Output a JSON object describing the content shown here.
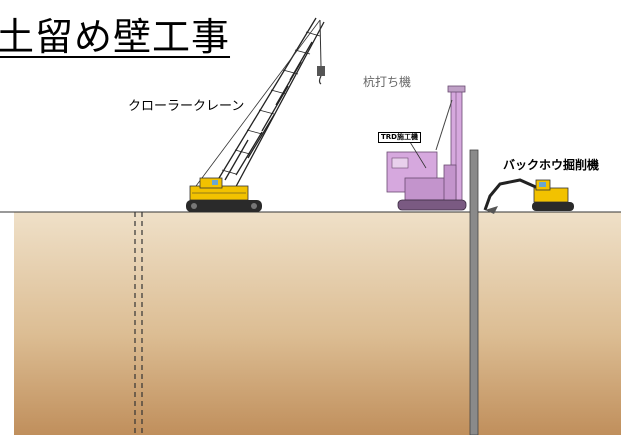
{
  "title": "土留め壁工事",
  "labels": {
    "crawler_crane": "クローラークレーン",
    "pile_driver": "杭打ち機",
    "trd": "TRD施工機",
    "backhoe": "バックホウ掘削機"
  },
  "colors": {
    "ground_top": "#efe0c8",
    "ground_bottom": "#c89c68",
    "crane_body": "#f2c200",
    "pile_machine": "#d6a8de",
    "excavator": "#f2c200",
    "pile_rod": "#8a8a8a"
  }
}
